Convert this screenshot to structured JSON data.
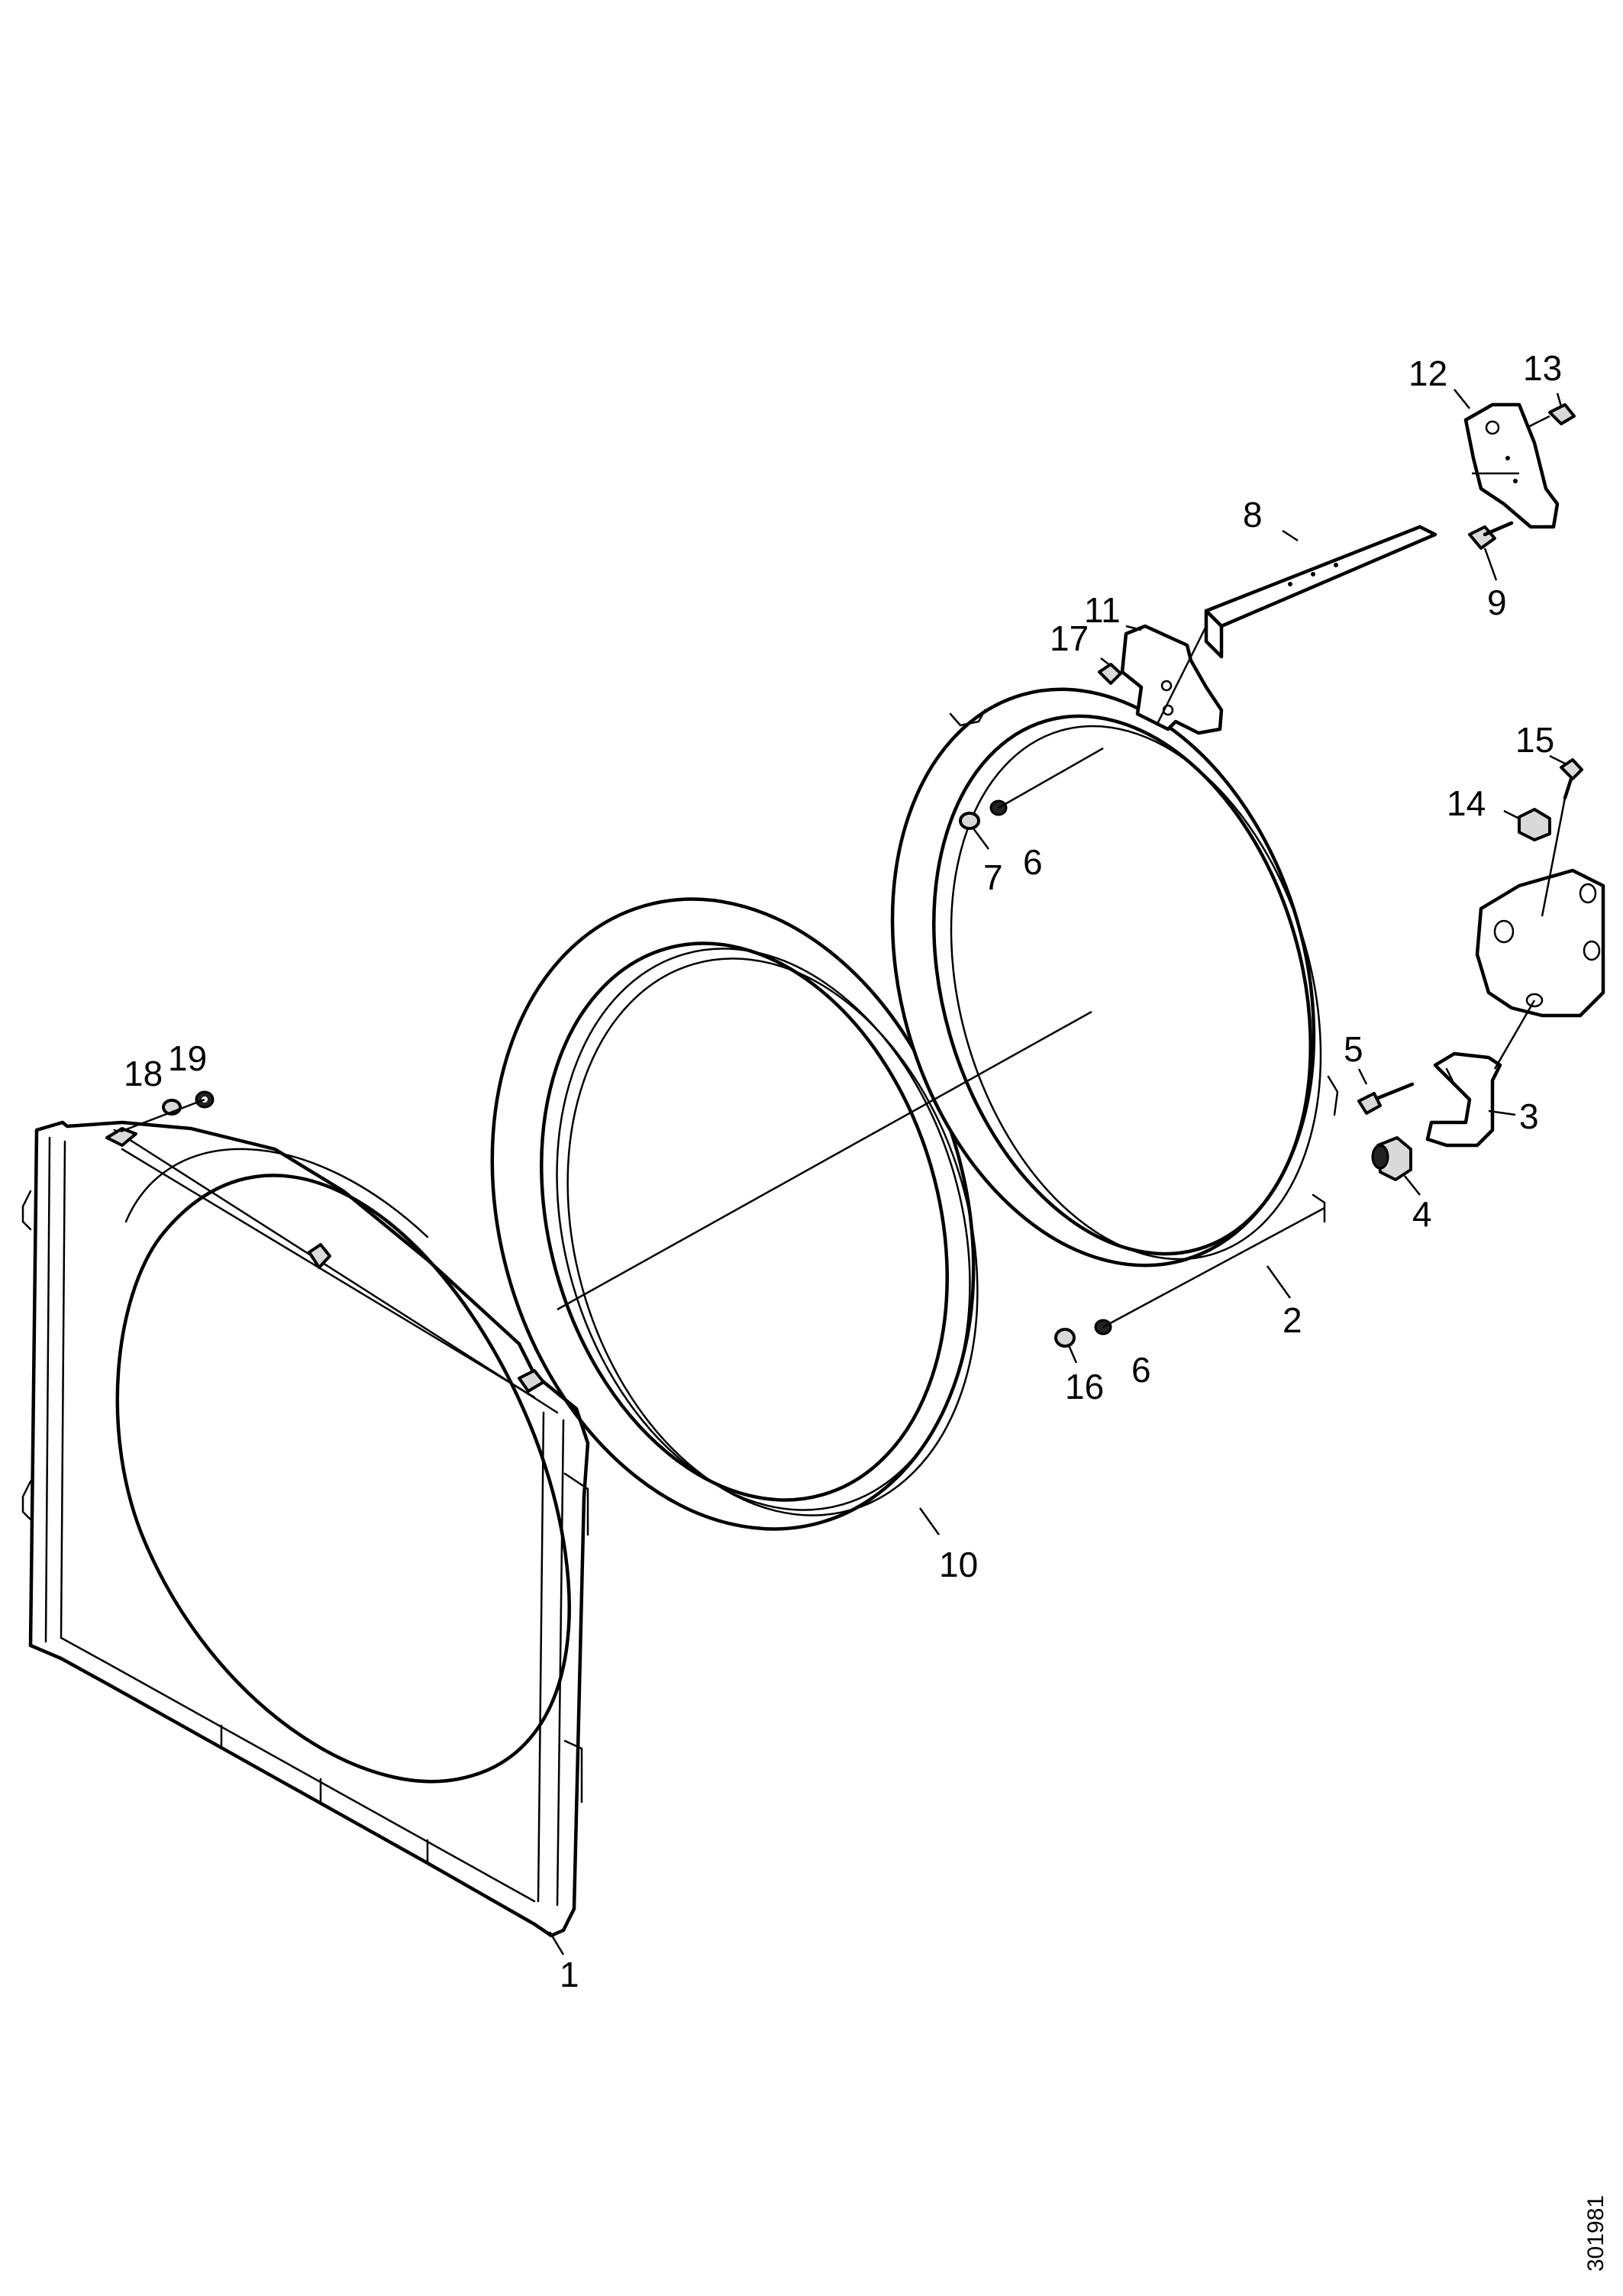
{
  "diagram_id": "301981",
  "callouts": {
    "c1": "1",
    "c2": "2",
    "c3": "3",
    "c4": "4",
    "c5": "5",
    "c6a": "6",
    "c6b": "6",
    "c7": "7",
    "c8": "8",
    "c9": "9",
    "c10": "10",
    "c11": "11",
    "c12": "12",
    "c13": "13",
    "c14": "14",
    "c15": "15",
    "c16": "16",
    "c17": "17",
    "c18": "18",
    "c19": "19"
  }
}
